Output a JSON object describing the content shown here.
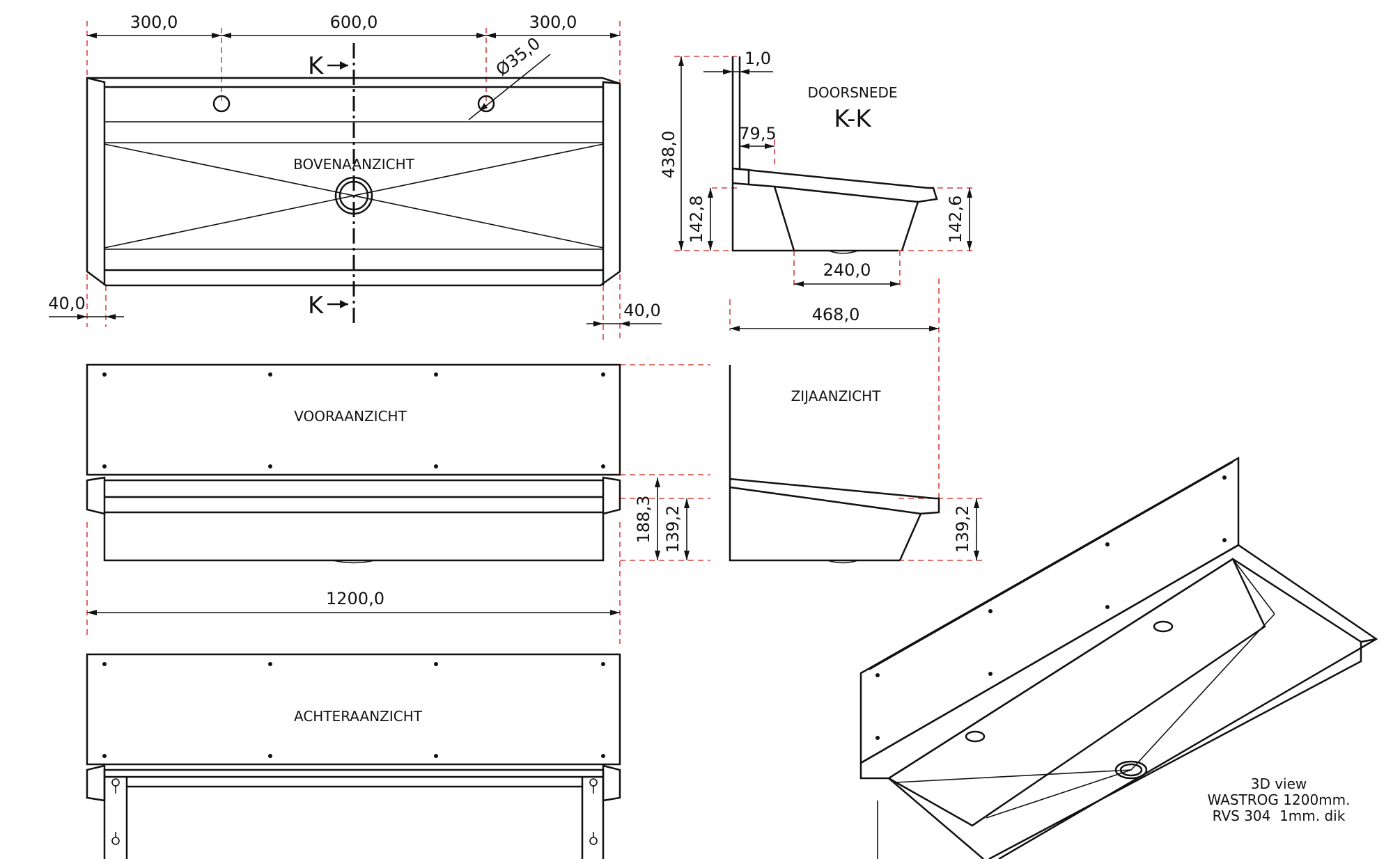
{
  "colors": {
    "line": "#111111",
    "extension": "#d9433e",
    "background": "#ffffff"
  },
  "top_view": {
    "label": "BOVENAANZICHT",
    "dims": {
      "left_tap": "300,0",
      "middle": "600,0",
      "right_tap": "300,0",
      "hole_diameter": "Ø35,0",
      "left_margin": "40,0",
      "right_margin": "40,0"
    },
    "section_marks": [
      "K",
      "K"
    ]
  },
  "section": {
    "title": "DOORSNEDE",
    "name": "K-K",
    "dims": {
      "height": "438,0",
      "thickness": "1,0",
      "offset": "79,5",
      "depth_left": "142,8",
      "depth_right": "142,6",
      "bottom": "240,0"
    }
  },
  "front_view": {
    "label": "VOORAANZICHT",
    "dims": {
      "total_height": "188,3",
      "basin_height": "139,2",
      "width": "1200,0"
    }
  },
  "side_view": {
    "label": "ZIJAANZICHT",
    "dims": {
      "width": "468,0",
      "basin_height": "139,2"
    }
  },
  "rear_view": {
    "label": "ACHTERAANZICHT"
  },
  "iso_view": {
    "lines": [
      "3D view",
      "WASTROG 1200mm.",
      "RVS 304  1mm. dik"
    ]
  }
}
